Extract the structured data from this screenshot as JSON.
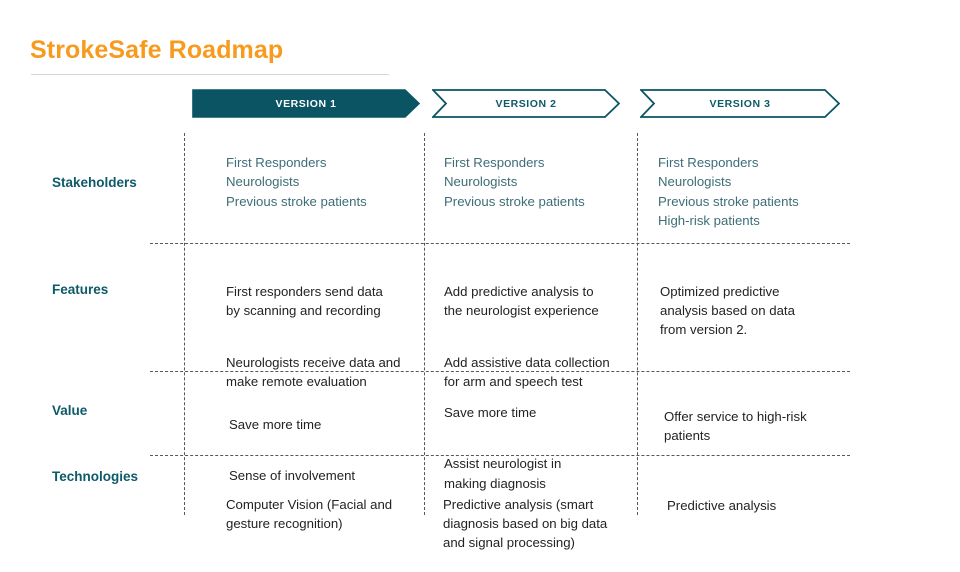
{
  "page": {
    "title": "StrokeSafe Roadmap",
    "accent_color": "#f79a1e",
    "teal_color": "#0d5a68",
    "stakeholder_text_color": "#3d6d78",
    "body_text_color": "#232323"
  },
  "columns": [
    {
      "label": "VERSION 1",
      "state": "active"
    },
    {
      "label": "VERSION 2",
      "state": "inactive"
    },
    {
      "label": "VERSION 3",
      "state": "inactive"
    }
  ],
  "rows": [
    {
      "label": "Stakeholders",
      "cells": [
        {
          "blocks": [
            "First Responders\nNeurologists\nPrevious stroke patients"
          ]
        },
        {
          "blocks": [
            "First Responders\nNeurologists\nPrevious stroke patients"
          ]
        },
        {
          "blocks": [
            "First Responders\nNeurologists\nPrevious stroke patients\nHigh-risk patients"
          ]
        }
      ]
    },
    {
      "label": "Features",
      "cells": [
        {
          "blocks": [
            "First responders send data\nby scanning and recording",
            "Neurologists receive data and\nmake remote evaluation"
          ]
        },
        {
          "blocks": [
            "Add predictive analysis to\nthe neurologist experience",
            "Add assistive data collection\nfor arm and speech test"
          ]
        },
        {
          "blocks": [
            "Optimized predictive\nanalysis based on data\nfrom version 2."
          ]
        }
      ]
    },
    {
      "label": "Value",
      "cells": [
        {
          "blocks": [
            "Save more time",
            "Sense of involvement"
          ]
        },
        {
          "blocks": [
            "Save more time",
            "Assist neurologist in\nmaking diagnosis"
          ]
        },
        {
          "blocks": [
            "Offer service to high-risk\npatients"
          ]
        }
      ]
    },
    {
      "label": "Technologies",
      "cells": [
        {
          "blocks": [
            "Computer Vision (Facial and\ngesture recognition)"
          ]
        },
        {
          "blocks": [
            "Predictive analysis (smart\ndiagnosis based on big data\nand signal processing)"
          ]
        },
        {
          "blocks": [
            "Predictive analysis"
          ]
        }
      ]
    }
  ]
}
